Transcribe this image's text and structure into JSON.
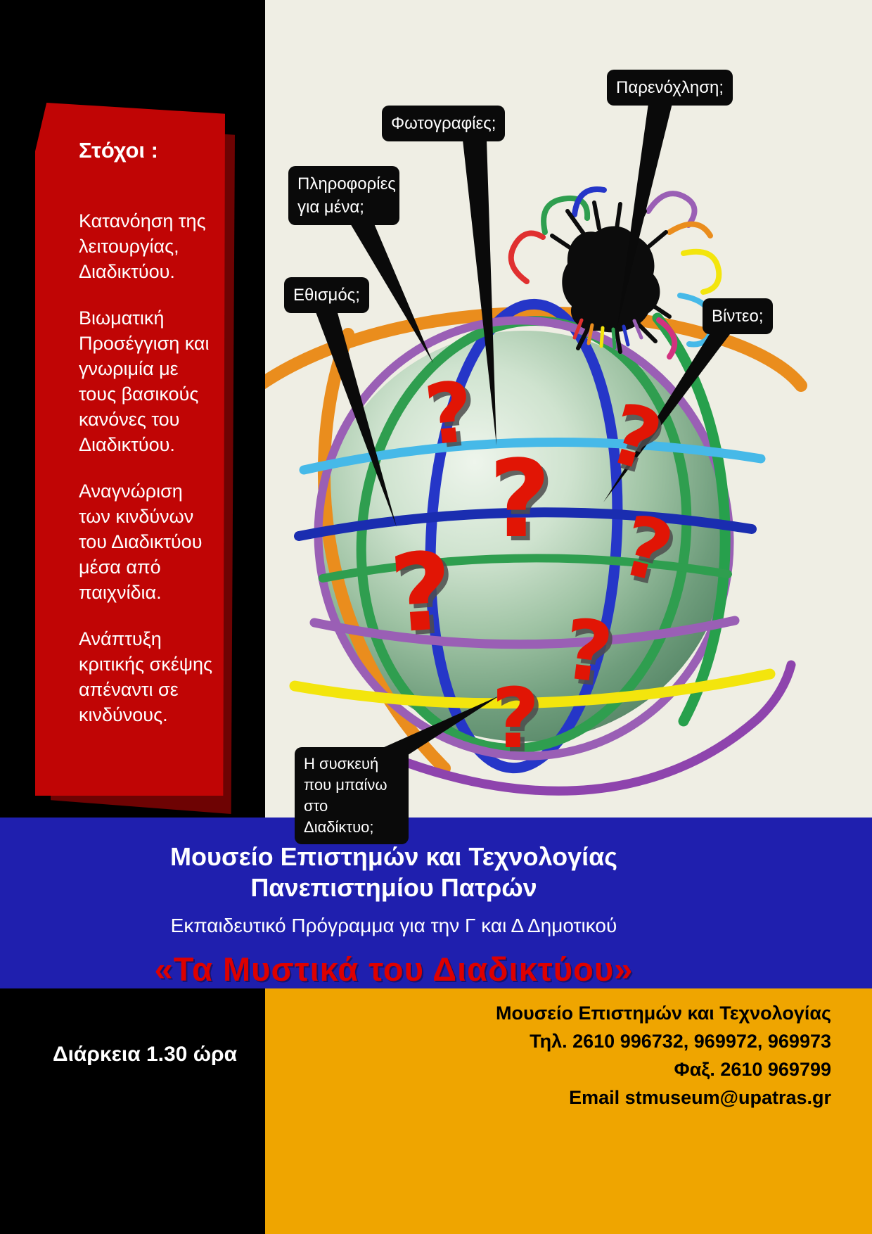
{
  "poster": {
    "goals": {
      "heading": "Στόχοι :",
      "items": [
        "Κατανόηση της λειτουργίας, Διαδικτύου.",
        "Βιωματική Προσέγγιση και γνωριμία με τους βασικούς κανόνες του Διαδικτύου.",
        "Αναγνώριση των  κινδύνων του Διαδικτύου μέσα από παιχνίδια.",
        "Ανάπτυξη κριτικής σκέψης απέναντι σε κινδύνους."
      ]
    },
    "callouts": {
      "harassment": "Παρενόχληση;",
      "photos": "Φωτογραφίες;",
      "personal_info": "Πληροφορίες για μένα;",
      "addiction": "Εθισμός;",
      "video": "Βίντεο;",
      "device": "Η συσκευή που μπαίνω  στο Διαδίκτυο;"
    },
    "banner": {
      "museum_line1": "Μουσείο  Επιστημών και Τεχνολογίας",
      "museum_line2": "Πανεπιστημίου Πατρών",
      "program": "Εκπαιδευτικό Πρόγραμμα για την Γ και Δ Δημοτικού",
      "title": "«Τα Μυστικά του Διαδικτύου»"
    },
    "footer": {
      "duration": "Διάρκεια  1.30 ώρα",
      "museum": "Μουσείο Επιστημών και Τεχνολογίας",
      "phone": "Τηλ. 2610 996732, 969972, 969973",
      "fax": "Φαξ. 2610 969799",
      "email": "Email stmuseum@upatras.gr"
    },
    "illustration": {
      "question_mark": "?"
    },
    "colors": {
      "ribbon_red": "#c00505",
      "band_blue": "#1f1fae",
      "band_orange": "#efa500",
      "title_red": "#dd0000",
      "background_ivory": "#efeee4",
      "black": "#000000"
    }
  }
}
